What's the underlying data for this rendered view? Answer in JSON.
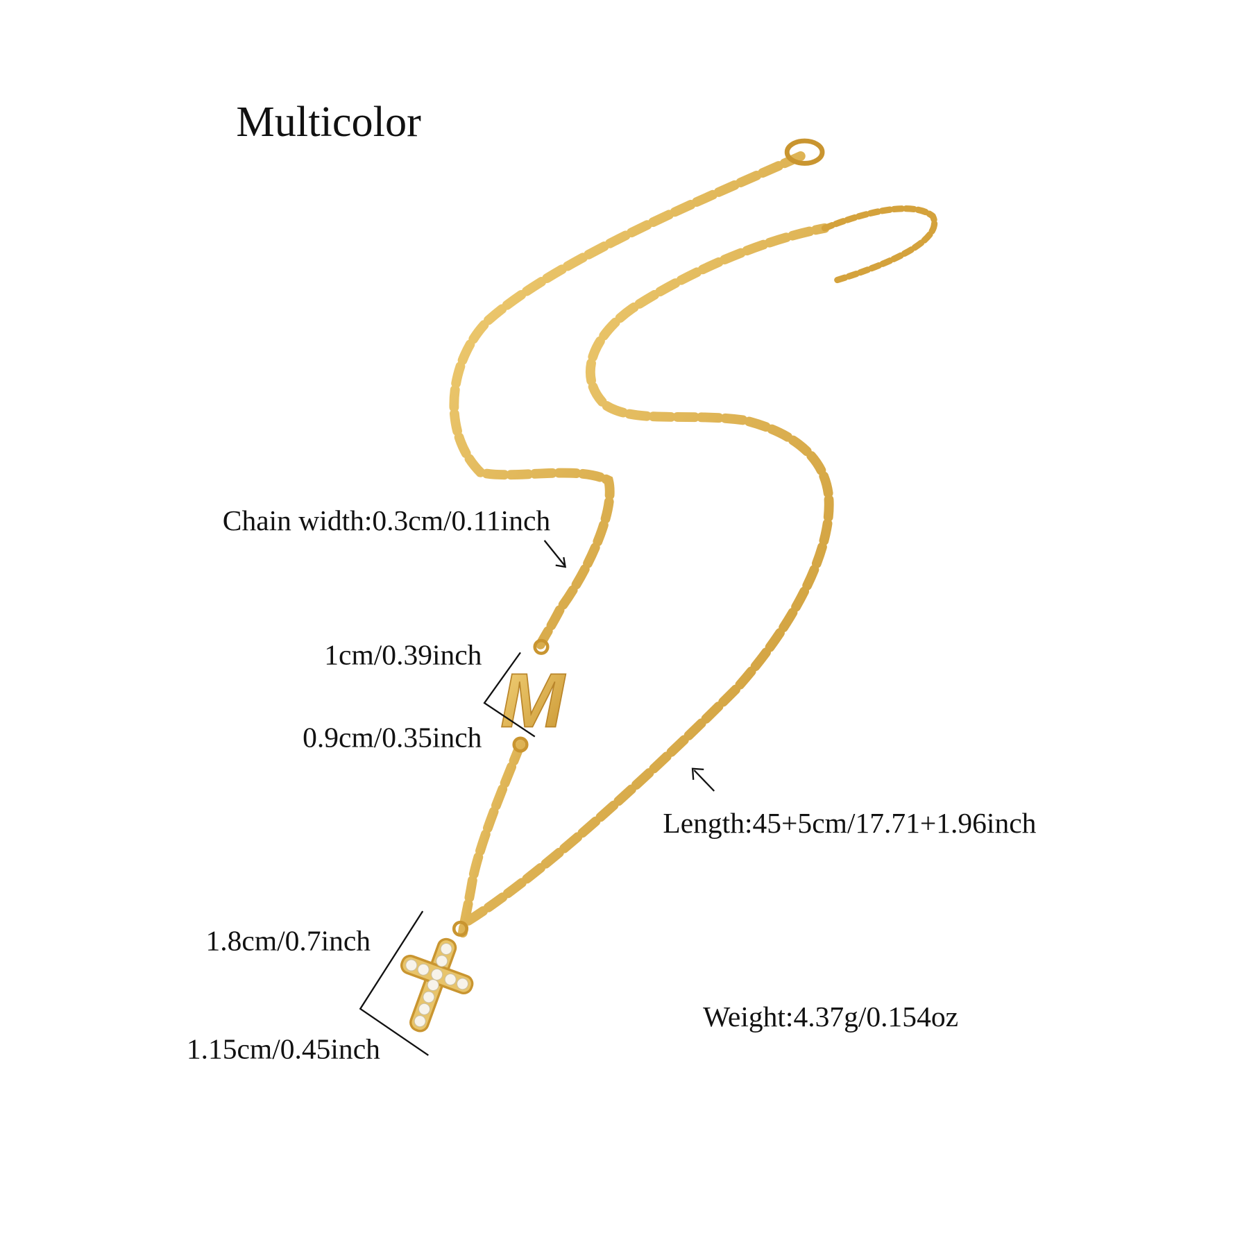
{
  "title": "Multicolor",
  "labels": {
    "chain_width": "Chain width:0.3cm/0.11inch",
    "letter_height": "1cm/0.39inch",
    "letter_width": "0.9cm/0.35inch",
    "length": "Length:45+5cm/17.71+1.96inch",
    "cross_height": "1.8cm/0.7inch",
    "cross_width": "1.15cm/0.45inch",
    "weight": "Weight:4.37g/0.154oz"
  },
  "pendant_letter": "M",
  "colors": {
    "gold": "#e3b54a",
    "gold_dark": "#c4922c",
    "text": "#111111"
  }
}
